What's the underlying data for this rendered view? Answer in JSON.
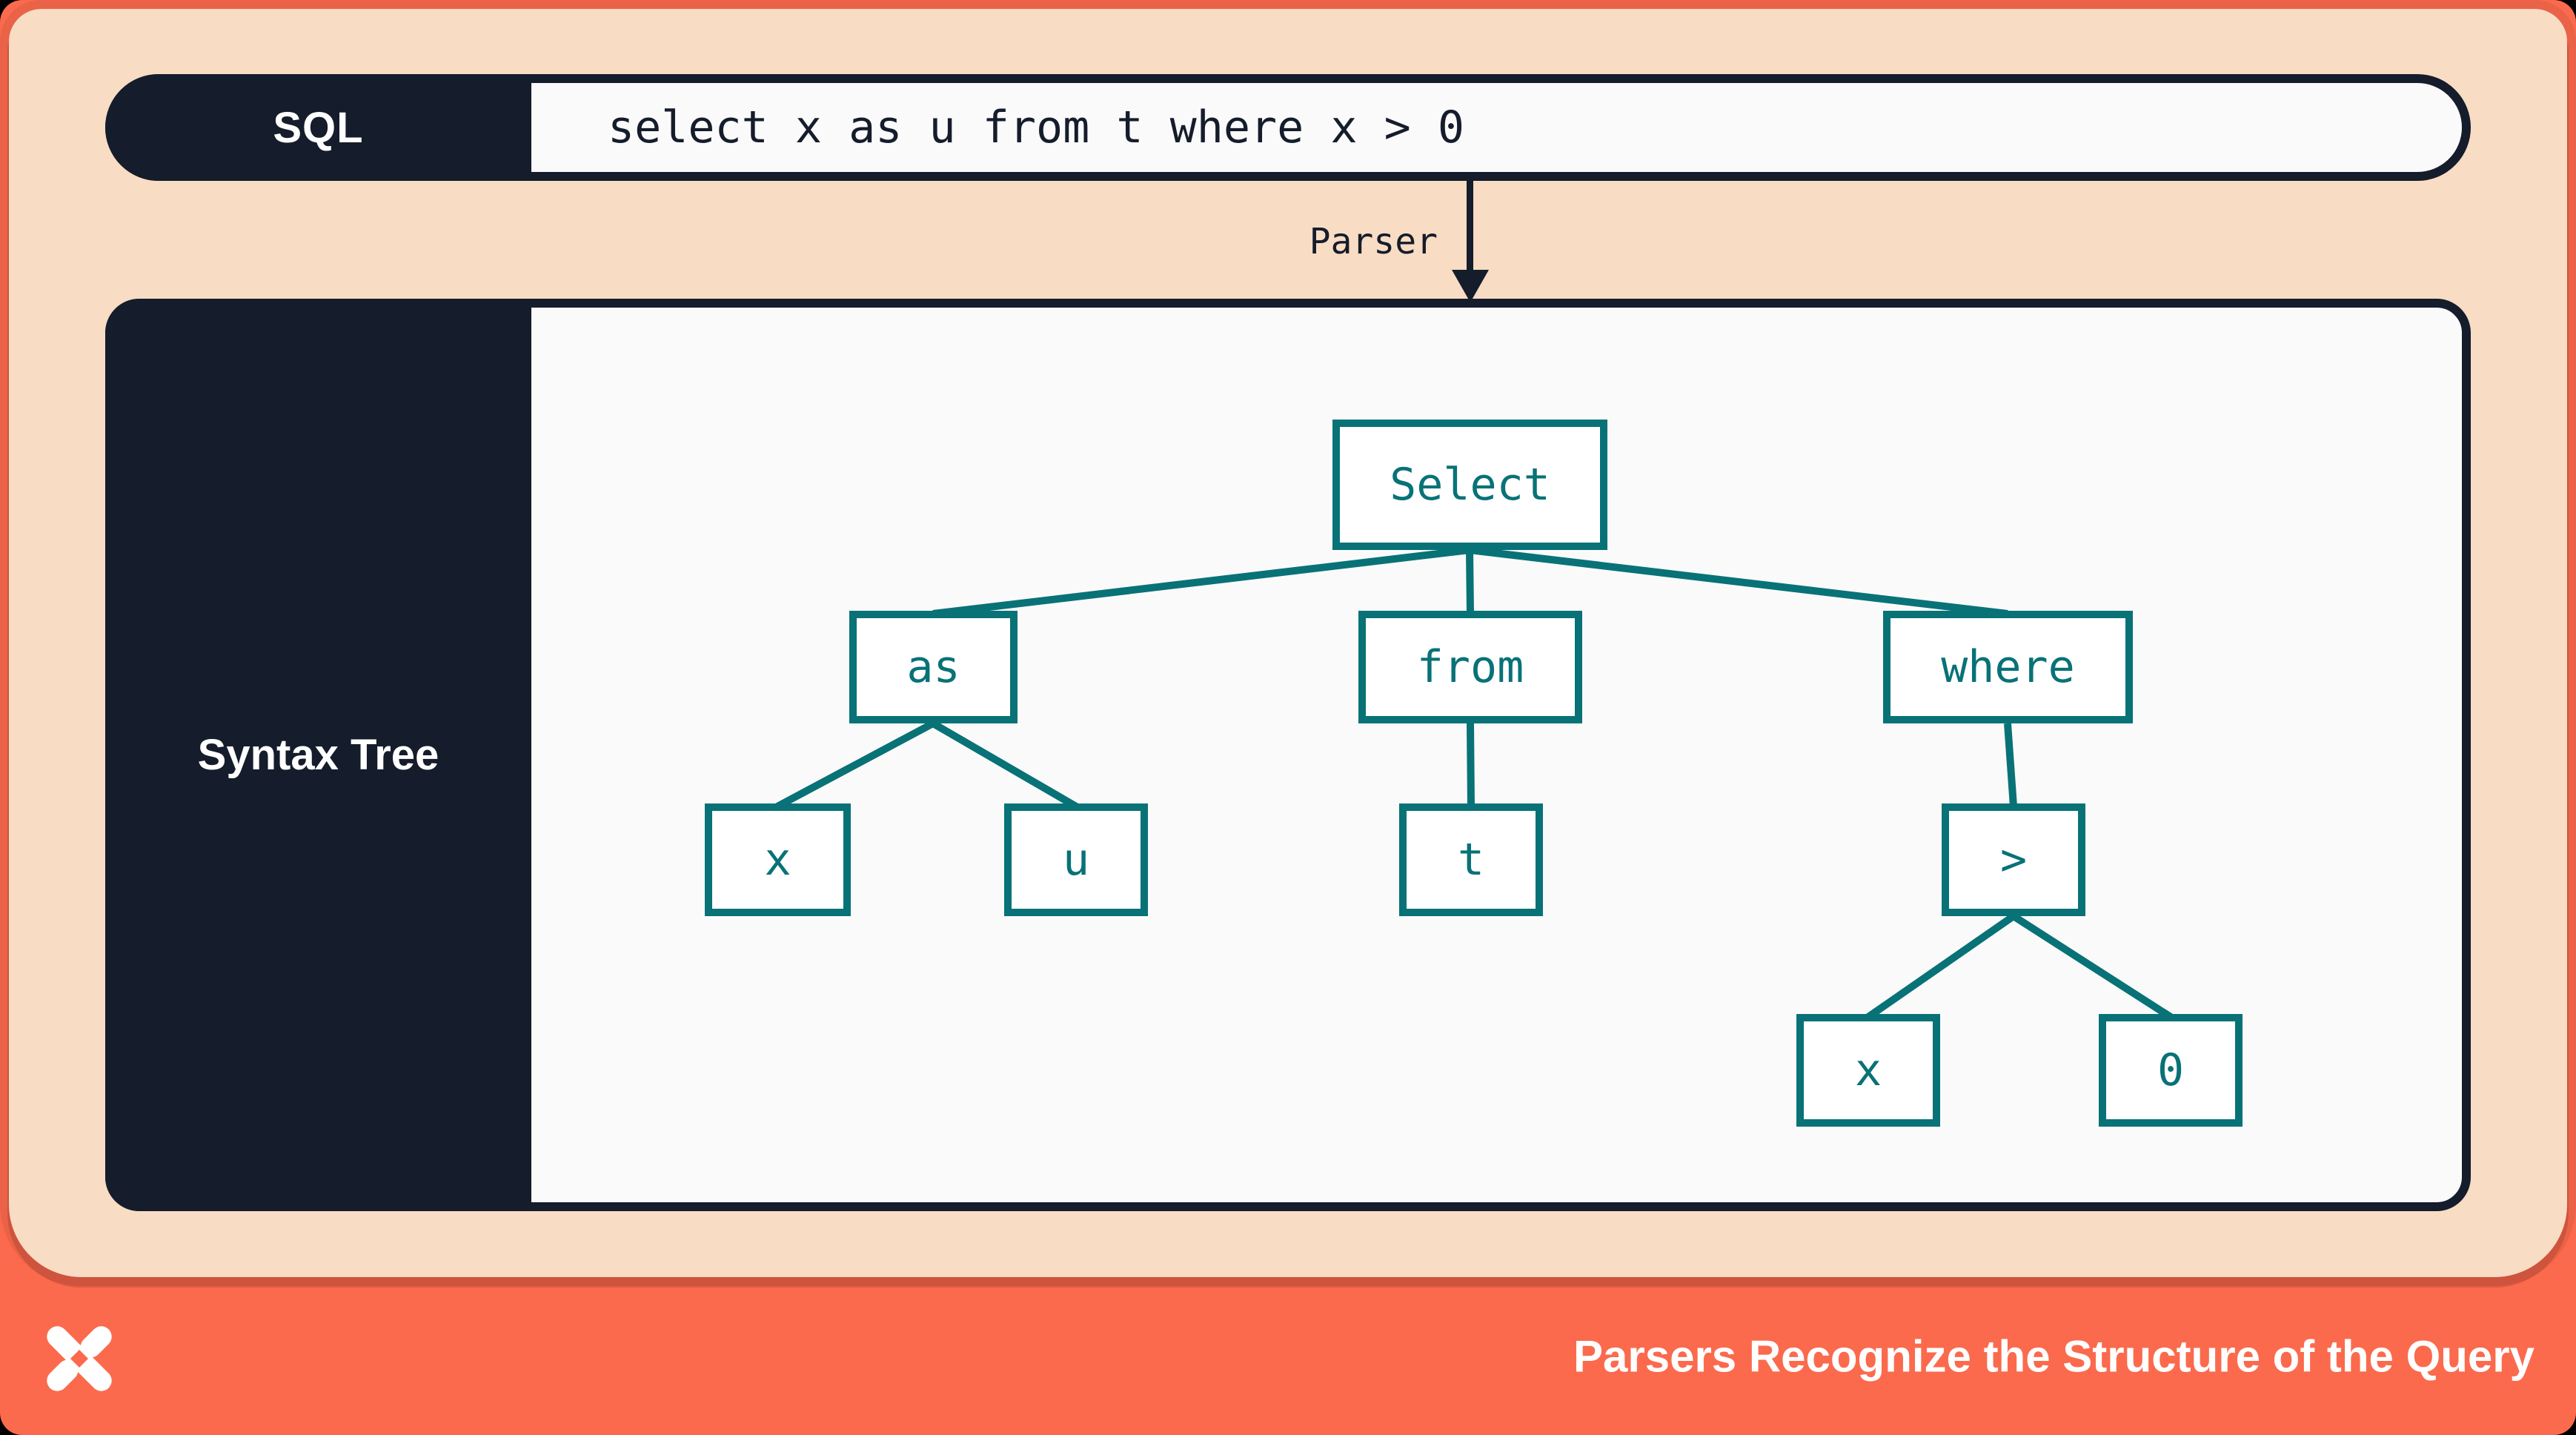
{
  "colors": {
    "coral": "#FB6A4D",
    "peach": "#F8DCC3",
    "navy": "#151C2B",
    "teal": "#087277",
    "box_fill": "#FAFAFB",
    "white": "#FFFFFF"
  },
  "sql_bar": {
    "label": "SQL",
    "query": "select x as u from t where x > 0"
  },
  "parser_arrow": {
    "label": "Parser"
  },
  "syntax_tree_panel": {
    "label": "Syntax Tree",
    "nodes": [
      {
        "id": "select",
        "label": "Select"
      },
      {
        "id": "as",
        "label": "as"
      },
      {
        "id": "from",
        "label": "from"
      },
      {
        "id": "where",
        "label": "where"
      },
      {
        "id": "x-alias",
        "label": "x"
      },
      {
        "id": "u",
        "label": "u"
      },
      {
        "id": "t",
        "label": "t"
      },
      {
        "id": "gt",
        "label": ">"
      },
      {
        "id": "x-cond",
        "label": "x"
      },
      {
        "id": "zero",
        "label": "0"
      }
    ],
    "edges": [
      [
        "select",
        "as"
      ],
      [
        "select",
        "from"
      ],
      [
        "select",
        "where"
      ],
      [
        "as",
        "x-alias"
      ],
      [
        "as",
        "u"
      ],
      [
        "from",
        "t"
      ],
      [
        "where",
        "gt"
      ],
      [
        "gt",
        "x-cond"
      ],
      [
        "gt",
        "zero"
      ]
    ]
  },
  "footer": {
    "logo": "x-pinwheel-logo",
    "caption": "Parsers Recognize the Structure of the Query"
  }
}
